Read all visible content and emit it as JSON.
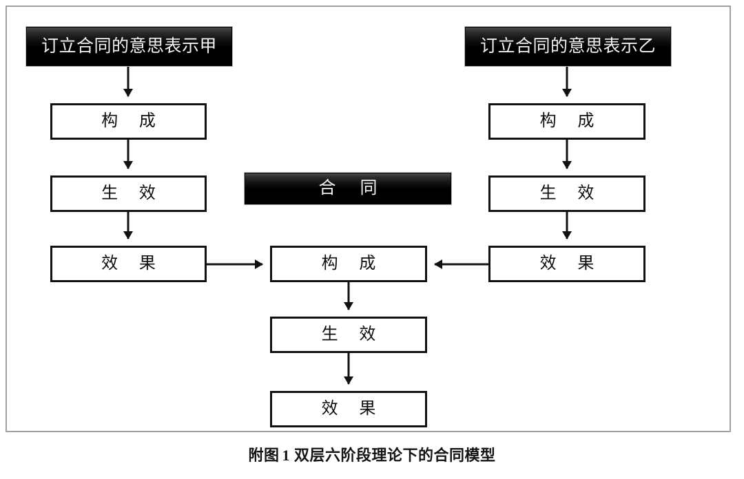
{
  "figure": {
    "caption_prefix": "附图",
    "caption_number": "1",
    "caption_text": "双层六阶段理论下的合同模型",
    "frame_color": "#a0a0a0",
    "background": "#ffffff"
  },
  "colors": {
    "dark_box_fill": "#000000",
    "dark_box_text": "#f2f2f2",
    "light_box_fill": "#ffffff",
    "light_box_border": "#111111",
    "light_box_text": "#0d0d0d",
    "connector": "#111111"
  },
  "columns": {
    "left": {
      "header": "订立合同的意思表示甲",
      "stages": [
        "构 成",
        "生 效",
        "效 果"
      ]
    },
    "center": {
      "header": "合 同",
      "stages": [
        "构 成",
        "生 效",
        "效 果"
      ]
    },
    "right": {
      "header": "订立合同的意思表示乙",
      "stages": [
        "构 成",
        "生 效",
        "效 果"
      ]
    }
  },
  "nodes": {
    "left_header": "订立合同的意思表示甲",
    "left_stage_1": "构 成",
    "left_stage_2": "生 效",
    "left_stage_3": "效 果",
    "center_header": "合 同",
    "center_stage_1": "构 成",
    "center_stage_2": "生 效",
    "center_stage_3": "效 果",
    "right_header": "订立合同的意思表示乙",
    "right_stage_1": "构 成",
    "right_stage_2": "生 效",
    "right_stage_3": "效 果"
  },
  "connectors": [
    {
      "from": "left_header",
      "to": "left_stage_1",
      "direction": "down"
    },
    {
      "from": "left_stage_1",
      "to": "left_stage_2",
      "direction": "down"
    },
    {
      "from": "left_stage_2",
      "to": "left_stage_3",
      "direction": "down"
    },
    {
      "from": "left_stage_3",
      "to": "center_stage_1",
      "direction": "right"
    },
    {
      "from": "right_header",
      "to": "right_stage_1",
      "direction": "down"
    },
    {
      "from": "right_stage_1",
      "to": "right_stage_2",
      "direction": "down"
    },
    {
      "from": "right_stage_2",
      "to": "right_stage_3",
      "direction": "down"
    },
    {
      "from": "right_stage_3",
      "to": "center_stage_1",
      "direction": "left"
    },
    {
      "from": "center_stage_1",
      "to": "center_stage_2",
      "direction": "down"
    },
    {
      "from": "center_stage_2",
      "to": "center_stage_3",
      "direction": "down"
    }
  ]
}
